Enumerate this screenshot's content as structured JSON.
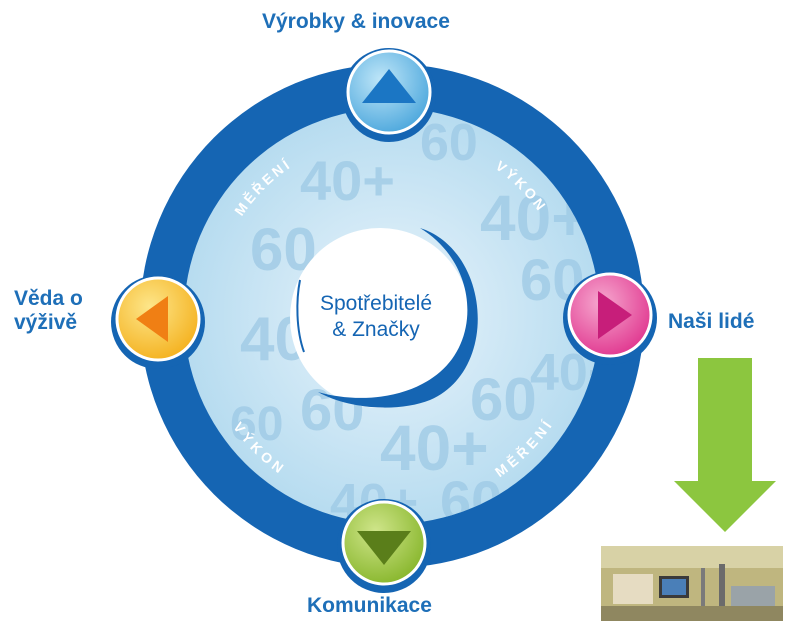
{
  "center": {
    "line1": "Spotřebitelé",
    "line2": "& Značky"
  },
  "nodes": {
    "top": {
      "label": "Výrobky & inovace",
      "icon": "triangle-up-icon",
      "color": "#5fb8e8"
    },
    "right": {
      "label": "Naši lidé",
      "icon": "triangle-right-icon",
      "color": "#e43c94"
    },
    "bottom": {
      "label": "Komunikace",
      "icon": "triangle-down-icon",
      "color": "#8dbb2e"
    },
    "left": {
      "label_line1": "Věda o",
      "label_line2": "výživě",
      "icon": "triangle-left-icon",
      "color": "#f6b420"
    }
  },
  "ring": {
    "top_left": "MĚŘENÍ",
    "top_right": "VÝKON",
    "bottom_left": "VÝKON",
    "bottom_right": "MĚŘENÍ",
    "color": "#1565b3"
  },
  "background_numbers": [
    "60",
    "40+",
    "60",
    "40+",
    "60",
    "40+",
    "60",
    "40+",
    "60",
    "40+",
    "60",
    "40+",
    "60"
  ],
  "arrow": {
    "icon": "arrow-down-icon",
    "color": "#8cc63f"
  }
}
